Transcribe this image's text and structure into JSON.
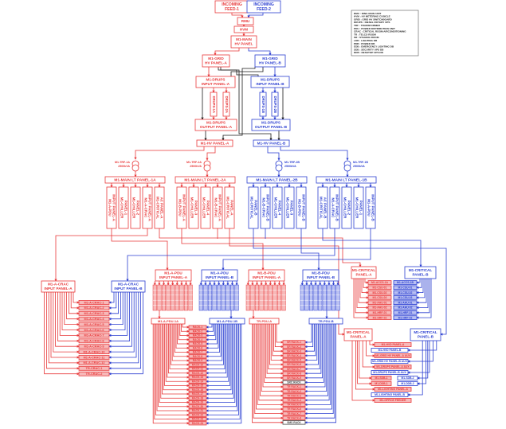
{
  "colors": {
    "side_a": "#e8393a",
    "side_b": "#2b3fd1",
    "wire": "#1a1a1a",
    "fill_a": "#f7b9b9",
    "fill_b": "#b9c0f2",
    "neutral": "#444444"
  },
  "hv": {
    "feed_1": [
      "INCOMING",
      "FEED-1"
    ],
    "feed_2": [
      "INCOMING",
      "FEED-2"
    ],
    "rmu": "RMU",
    "hvm": "HVM",
    "main_hv": [
      "M1-MAIN",
      "HV PANEL"
    ],
    "grid_a": [
      "M1-GRID",
      "HV PANEL-A"
    ],
    "grid_b": [
      "M1-GRID",
      "HV PANEL-B"
    ],
    "drups_in_a": [
      "M1-DRUPS",
      "INPUT PANEL-A"
    ],
    "drups_in_b": [
      "M1-DRUPS",
      "INPUT PANEL-B"
    ],
    "drups_units_a": [
      "DRUPS-1A",
      "DRUPS-2A"
    ],
    "drups_units_b": [
      "DRUPS-1B",
      "DRUPS-2B"
    ],
    "drups_out_a": [
      "M1-DRUPS",
      "OUTPUT PANEL-A"
    ],
    "drups_out_b": [
      "M1-DRUPS",
      "OUTPUT PANEL-B"
    ],
    "hv_panel_a": "M1-HV PANEL-A",
    "hv_panel_b": "M1-HV PANEL-B"
  },
  "transformers": [
    {
      "name": "M1-TRF-1A",
      "rating": "2500kVA"
    },
    {
      "name": "M1-TRF-2A",
      "rating": "2500kVA"
    },
    {
      "name": "M1-TRF-2B",
      "rating": "2500kVA"
    },
    {
      "name": "M1-TRF-1B",
      "rating": "2500kVA"
    }
  ],
  "lt_panels": [
    {
      "title": "M1-MAIN LT PANEL-1A",
      "feeders": [
        [
          "M1-A-PDU",
          "INPUT PANEL-A"
        ],
        [
          "M1-CHILLER",
          "PANEL-1"
        ],
        [
          "M1-CHILLER",
          "PANEL-2"
        ],
        [
          "M1-A-CRAC",
          "INPUT PANEL-A"
        ],
        [
          "M1-CRITICAL",
          "AC PANEL-A"
        ]
      ]
    },
    {
      "title": "M1-MAIN LT PANEL-2A",
      "feeders": [
        [
          "M1-B-PDU",
          "INPUT PANEL-A"
        ],
        [
          "M1-CHILLER",
          "PANEL-3"
        ],
        [
          "M1-CHILLER",
          "PANEL-4"
        ],
        [
          "M1-B-CRAC",
          "INPUT PANEL-A"
        ],
        [
          "M1-CRITICAL",
          "PANEL-A"
        ]
      ]
    },
    {
      "title": "M1-MAIN LT PANEL-2B",
      "feeders": [
        [
          "M1-CRITICAL",
          "PANEL-B"
        ],
        [
          "M1-B-CRAC",
          "INPUT PANEL-B"
        ],
        [
          "M1-CHILLER",
          "PANEL-4"
        ],
        [
          "M1-CHILLER",
          "PANEL-3"
        ],
        [
          "M1-B-PDU",
          "INPUT PANEL-B"
        ]
      ]
    },
    {
      "title": "M1-MAIN LT PANEL-1B",
      "feeders": [
        [
          "M1-CRITICAL",
          "AC PANEL-B"
        ],
        [
          "M1-A-CRAC",
          "INPUT PANEL-B"
        ],
        [
          "M1-CHILLER",
          "PANEL-2"
        ],
        [
          "M1-CHILLER",
          "PANEL-1"
        ],
        [
          "M1-A-PDU",
          "INPUT PANEL-B"
        ]
      ]
    }
  ],
  "crac": {
    "panel_a": [
      "M1-A-CRAC",
      "INPUT PANEL-A"
    ],
    "panel_b": [
      "M1-A-CRAC",
      "INPUT PANEL-B"
    ],
    "units": [
      "M1-A-CRAC-1",
      "M1-A-CRAC-2",
      "M1-A-CRAC-3",
      "M1-A-CRAC-4",
      "M1-A-CRAC-5",
      "M1-A-CRAC-6",
      "M1-A-CRAC-7",
      "M1-A-CRAC-8",
      "M1-A-CRAC-9",
      "M1-A-CRAC-10",
      "M1-A-CRAC-11",
      "M1-A-CRAC-12",
      "TR-CRAC-1",
      "TR-CRAC-2"
    ]
  },
  "pdu": {
    "input_panels": [
      [
        "M1-A-PDU",
        "INPUT PANEL-A"
      ],
      [
        "M1-A-PDU",
        "INPUT PANEL-B"
      ],
      [
        "M1-B-PDU",
        "INPUT PANEL-A"
      ],
      [
        "M1-B-PDU",
        "INPUT PANEL-B"
      ]
    ],
    "pdus": [
      "M1-A-PDU-1A",
      "M1-A-PDU-1B",
      "TR-PDU-A",
      "TR-PDU-B"
    ],
    "racks_a": [
      "RACK-1",
      "RACK-2",
      "RACK-3",
      "RACK-4",
      "RACK-5",
      "RACK-6",
      "RACK-7",
      "RACK-8",
      "RACK-9",
      "RACK-10",
      "RACK-11",
      "RACK-12",
      "RACK-13",
      "RACK-14",
      "RACK-15",
      "RACK-16",
      "RACK-17",
      "RACK-18",
      "RACK-19",
      "RACK-20",
      "RACK-21",
      "RACK-22",
      "RACK-23",
      "RACK-24"
    ],
    "racks_tr": [
      "SR RACK-1",
      "SR RACK-2",
      "SR RACK-3",
      "SR RACK-4",
      "SR RACK-5",
      "SR RACK-6",
      "SR RACK-7",
      "SR RACK-8",
      "SR RACK-9",
      "SRC RACK",
      "TR RACK-1",
      "TR RACK-2",
      "TR RACK-3",
      "TR RACK-4",
      "TR RACK-5",
      "TR RACK-6",
      "TR RACK-7",
      "TR RACK-8",
      "SMS RACK"
    ]
  },
  "critical_ac": {
    "panel_a": [
      "M1-CRITICAL",
      "PANEL-A"
    ],
    "panel_b": [
      "M1-CRITICAL",
      "PANEL-B"
    ],
    "loads_a": [
      "M1-ACCS-1A",
      "M1-CSU-01",
      "M1-CSU-02",
      "M1-CSU-03",
      "M1-AHU-01",
      "M1-AHU-02",
      "M1-HRF-01",
      "M1-HRF-02"
    ],
    "loads_b": [
      "M1-ACCS-1B",
      "M1-CSU-01",
      "M1-CSU-02",
      "M1-CSU-03",
      "M1-AHU-01",
      "M1-AHU-02",
      "M1-HRF-01",
      "M1-HRF-02"
    ]
  },
  "critical": {
    "panel_a": [
      "M1-CRITICAL",
      "PANEL-A"
    ],
    "panel_b": [
      "M1-CRITICAL",
      "PANEL-B"
    ],
    "loads": [
      [
        {
          "label": "M1-HVD PANEL-A",
          "side": "a"
        }
      ],
      [
        {
          "label": "M1-HVD PANEL-B",
          "side": "b"
        }
      ],
      [
        {
          "label": "M1-GRID HV PANEL-A AUX",
          "side": "a"
        }
      ],
      [
        {
          "label": "M1-GRID HV PANEL-B AUX",
          "side": "b"
        }
      ],
      [
        {
          "label": "M1-DRUPS PANEL-A AUX",
          "side": "a"
        }
      ],
      [
        {
          "label": "M1-DRUPS PANEL-B AUX",
          "side": "b"
        }
      ],
      [
        {
          "label": "M1-SDB-1",
          "side": "a"
        },
        {
          "label": "M1-SDB-2",
          "side": "b"
        }
      ],
      [
        {
          "label": "M1-DDB-1",
          "side": "a"
        },
        {
          "label": "M1-DDB-2",
          "side": "b"
        }
      ],
      [
        {
          "label": "M1-LIGHTING PANEL-A",
          "side": "a"
        }
      ],
      [
        {
          "label": "M1-LIGHTING PANEL-B",
          "side": "b"
        }
      ],
      [
        {
          "label": "M1-OFFICE FEEDER",
          "side": "a"
        }
      ]
    ]
  },
  "legend": [
    "RMU : RING MAIN UNIT",
    "HVM : HV METERING CUBICLE",
    "GRID : GRID HV SWITCHBOARD",
    "DRUPS : DIESEL ROTARY UPS",
    "TRF : TRANSFORMER",
    "PDU : POWER DISTRIBUTION UNIT",
    "CRAC : CRITICAL ROOM AIRCONDITIONING",
    "TR : TELCO ROOM",
    "SR : STAGING ROOM",
    "LDB : LIGHTING DB",
    "PDB : POWER DB",
    "EDB : EMERGENCY LIGHTING DB",
    "SDB : SECURITY UPS DB",
    "DDB : DESKTOP UPS DB"
  ]
}
